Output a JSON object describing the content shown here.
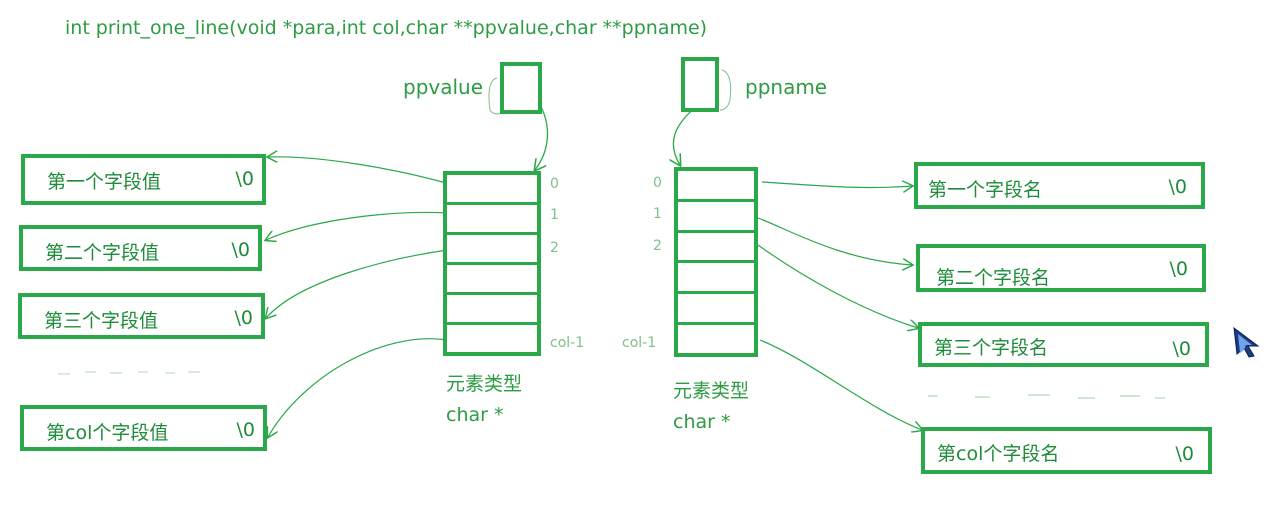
{
  "signature": "int print_one_line(void *para,int col,char **ppvalue,char **ppname)",
  "pointers": {
    "ppvalue": "ppvalue",
    "ppname": "ppname"
  },
  "value_array": {
    "type_label": "元素类型",
    "type_name": "char *",
    "indices": [
      "0",
      "1",
      "2",
      "col-1"
    ]
  },
  "name_array": {
    "type_label": "元素类型",
    "type_name": "char *",
    "indices": [
      "0",
      "1",
      "2",
      "col-1"
    ]
  },
  "value_strings": [
    {
      "text": "第一个字段值",
      "term": "\\0"
    },
    {
      "text": "第二个字段值",
      "term": "\\0"
    },
    {
      "text": "第三个字段值",
      "term": "\\0"
    },
    {
      "text": "第col个字段值",
      "term": "\\0"
    }
  ],
  "name_strings": [
    {
      "text": "第一个字段名",
      "term": "\\0"
    },
    {
      "text": "第二个字段名",
      "term": "\\0"
    },
    {
      "text": "第三个字段名",
      "term": "\\0"
    },
    {
      "text": "第col个字段名",
      "term": "\\0"
    }
  ],
  "colors": {
    "stroke": "#2aa84a",
    "text": "#2e9c44",
    "cursor": "#1a3a8a"
  }
}
